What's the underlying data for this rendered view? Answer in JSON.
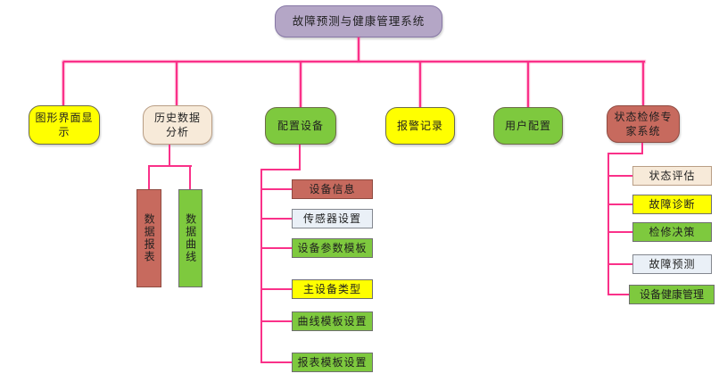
{
  "diagram": {
    "title": "故障预测与健康管理系统",
    "root": {
      "label": "故障预测与健康管理系统"
    },
    "level2": [
      {
        "label": "图形界面显示"
      },
      {
        "label": "历史数据分析"
      },
      {
        "label": "配置设备"
      },
      {
        "label": "报警记录"
      },
      {
        "label": "用户配置"
      },
      {
        "label": "状态检修专家系统"
      }
    ],
    "history_children": [
      {
        "label": "数据报表"
      },
      {
        "label": "数据曲线"
      }
    ],
    "config_children": [
      {
        "label": "设备信息"
      },
      {
        "label": "传感器设置"
      },
      {
        "label": "设备参数模板"
      },
      {
        "label": "主设备类型"
      },
      {
        "label": "曲线模板设置"
      },
      {
        "label": "报表模板设置"
      }
    ],
    "expert_children": [
      {
        "label": "状态评估"
      },
      {
        "label": "故障诊断"
      },
      {
        "label": "检修决策"
      },
      {
        "label": "故障预测"
      },
      {
        "label": "设备健康管理"
      }
    ],
    "colors": {
      "connector": "#fa3189",
      "root_fill": "#b4a6c6",
      "yellow_fill": "#ffff00",
      "linen_fill": "#f7ead9",
      "green_fill": "#7ec93e",
      "red_fill": "#c76a5e",
      "light_blue_fill": "#eaf0f7",
      "background": "#ffffff"
    }
  }
}
